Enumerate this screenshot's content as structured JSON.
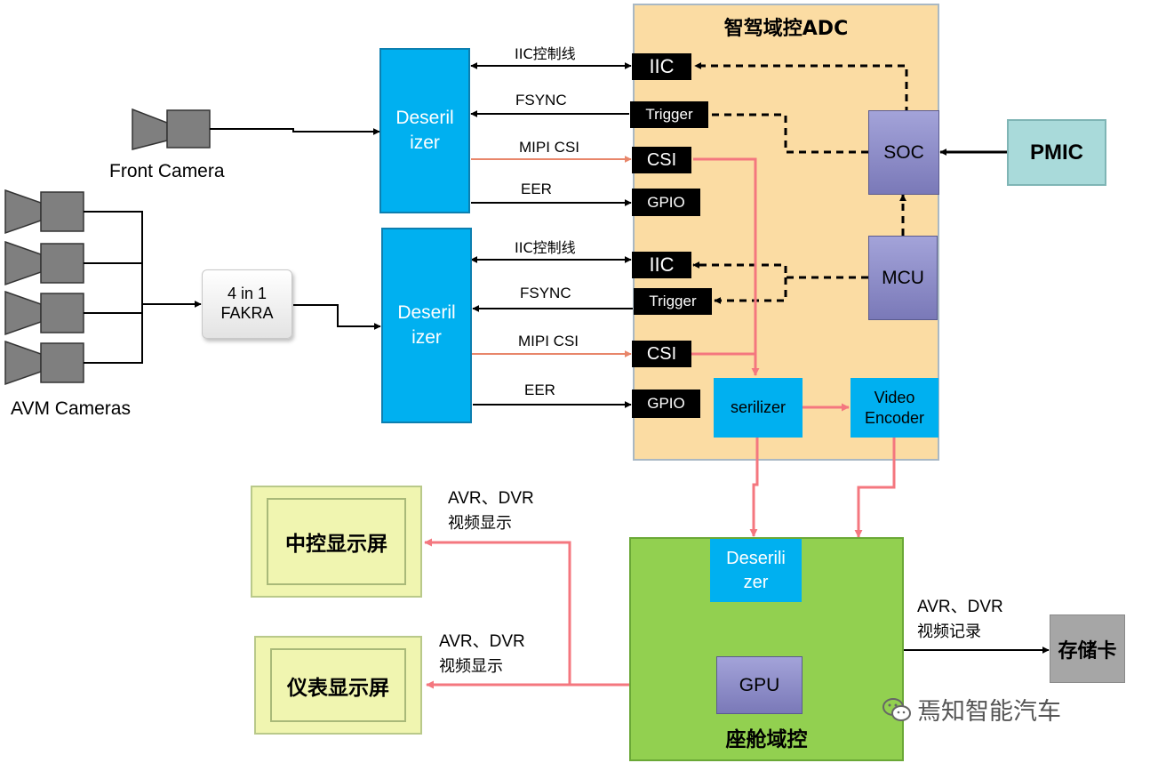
{
  "adc": {
    "title": "智驾域控ADC"
  },
  "cameras": {
    "front_label": "Front Camera",
    "avm_label": "AVM Cameras"
  },
  "fakra": {
    "line1": "4 in 1",
    "line2": "FAKRA"
  },
  "deserializer_top": {
    "line1": "Deseril",
    "line2": "izer"
  },
  "deserializer_bottom": {
    "line1": "Deseril",
    "line2": "izer"
  },
  "links_top": {
    "iic": "IIC控制线",
    "fsync": "FSYNC",
    "mipi": "MIPI CSI",
    "eer": "EER"
  },
  "links_bottom": {
    "iic": "IIC控制线",
    "fsync": "FSYNC",
    "mipi": "MIPI CSI",
    "eer": "EER"
  },
  "ports_top": {
    "iic": "IIC",
    "trigger": "Trigger",
    "csi": "CSI",
    "gpio": "GPIO"
  },
  "ports_bottom": {
    "iic": "IIC",
    "trigger": "Trigger",
    "csi": "CSI",
    "gpio": "GPIO"
  },
  "soc": "SOC",
  "mcu": "MCU",
  "pmic": "PMIC",
  "serializer": "serilizer",
  "video_encoder": {
    "line1": "Video",
    "line2": "Encoder"
  },
  "cockpit": {
    "title": "座舱域控",
    "deserializer": {
      "line1": "Deserili",
      "line2": "zer"
    },
    "gpu": "GPU"
  },
  "displays": {
    "center": "中控显示屏",
    "instrument": "仪表显示屏",
    "center_caption": {
      "line1": "AVR、DVR",
      "line2": "视频显示"
    },
    "instrument_caption": {
      "line1": "AVR、DVR",
      "line2": "视频显示"
    }
  },
  "storage": {
    "label": "存储卡",
    "caption": {
      "line1": "AVR、DVR",
      "line2": "视频记录"
    }
  },
  "watermark": "焉知智能汽车",
  "colors": {
    "adc_bg": "#fbdca3",
    "deserializer": "#00b0f0",
    "chip": "#8a8ac8",
    "pmic": "#a9dada",
    "cockpit": "#92d050",
    "display": "#f0f5b0",
    "storage": "#a6a6a6",
    "video_line": "#f4777f",
    "mipi_line": "#e8866a"
  }
}
